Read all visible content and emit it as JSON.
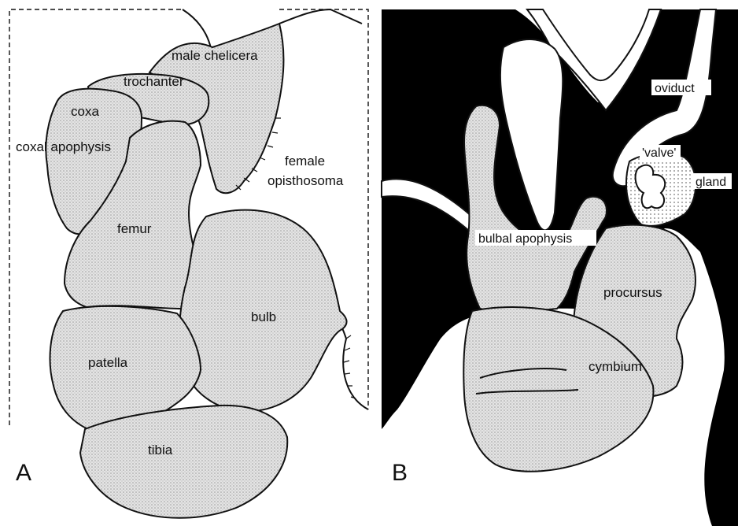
{
  "panel_a": {
    "letter": "A",
    "labels": {
      "male_chelicera": "male chelicera",
      "trochanter": "trochanter",
      "coxa": "coxa",
      "coxal_apophysis": "coxal apophysis",
      "female_opisthosoma_1": "female",
      "female_opisthosoma_2": "opisthosoma",
      "femur": "femur",
      "bulb": "bulb",
      "patella": "patella",
      "tibia": "tibia"
    }
  },
  "panel_b": {
    "letter": "B",
    "labels": {
      "oviduct": "oviduct",
      "valve": "'valve'",
      "gland": "gland",
      "bulbal_apophysis": "bulbal apophysis",
      "procursus": "procursus",
      "cymbium": "cymbium"
    }
  },
  "colors": {
    "ink": "#111111",
    "background": "#ffffff",
    "stipple": "#d9d9d9"
  }
}
